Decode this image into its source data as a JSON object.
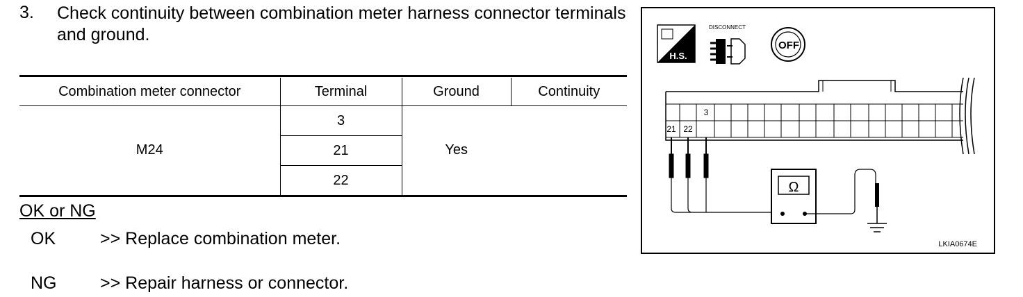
{
  "step": {
    "number": "3.",
    "text": "Check continuity between combination meter harness connector terminals and ground."
  },
  "table": {
    "headers": [
      "Combination meter connector",
      "Terminal",
      "",
      "Continuity"
    ],
    "connector": "M24",
    "terminals": [
      "3",
      "21",
      "22"
    ],
    "ground": "Ground",
    "continuity": "Yes"
  },
  "result": {
    "heading": "OK or NG",
    "ok_key": "OK",
    "ok_text": ">> Replace  combination  meter.",
    "ng_key": "NG",
    "ng_text": ">> Repair harness or connector."
  },
  "diagram": {
    "hs_label": "H.S.",
    "disconnect_label": "DISCONNECT",
    "off_label": "OFF",
    "ohm_symbol": "Ω",
    "pin_labels": [
      "21",
      "22",
      "3"
    ],
    "ref_code": "LKIA0674E"
  }
}
